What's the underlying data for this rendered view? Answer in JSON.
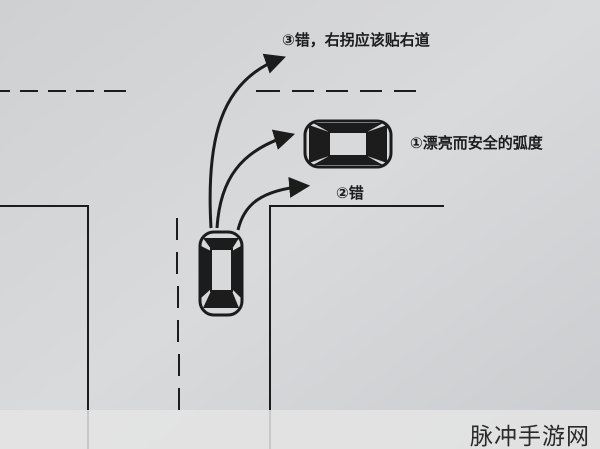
{
  "labels": {
    "option_3": "③错，右拐应该贴右道",
    "option_1": "①漂亮而安全的弧度",
    "option_2": "②错"
  },
  "watermark": {
    "text": "脉冲手游网"
  },
  "colors": {
    "paper": "#d4d5d7",
    "ink": "#1c1c1c",
    "watermark_bg": "#e4e4e4"
  },
  "icons": {
    "vehicle_top": "car-top-view-icon",
    "vehicle_target": "car-top-view-icon"
  }
}
